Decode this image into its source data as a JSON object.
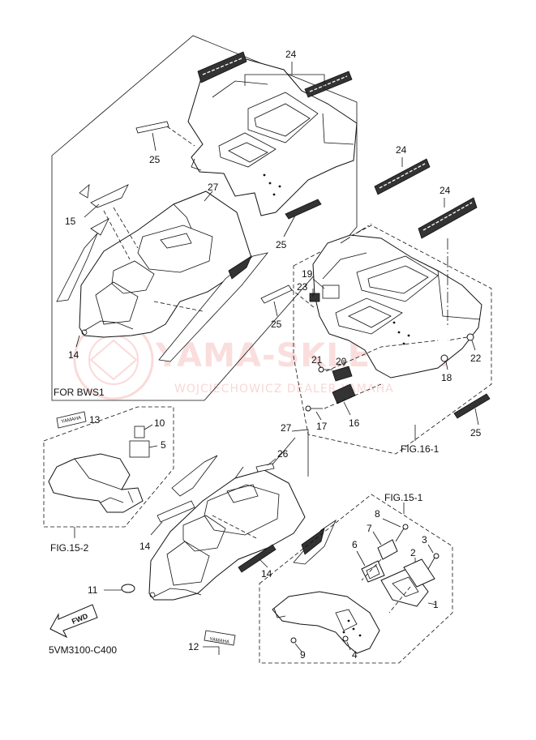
{
  "callouts": {
    "c24a": "24",
    "c25a": "25",
    "c27a": "27",
    "c15": "15",
    "c25b": "25",
    "c14a": "14",
    "c24b": "24",
    "c24c": "24",
    "c19": "19",
    "c23": "23",
    "c25c": "25",
    "c21": "21",
    "c20": "20",
    "c22": "22",
    "c18": "18",
    "c17": "17",
    "c16": "16",
    "c25d": "25",
    "c13": "13",
    "c10": "10",
    "c5": "5",
    "c27b": "27",
    "c26": "26",
    "c14b": "14",
    "c14c": "14",
    "c11": "11",
    "c8": "8",
    "c7": "7",
    "c3": "3",
    "c6": "6",
    "c2": "2",
    "c1": "1",
    "c12": "12",
    "c9": "9",
    "c4": "4"
  },
  "notes": {
    "for_bws1": "FOR BWS1",
    "fig_16_1": "FIG.16-1",
    "fig_15_2": "FIG.15-2",
    "fig_15_1": "FIG.15-1",
    "drawing_no": "5VM3100-C400",
    "fwd": "FWD",
    "yamaha_decal": "YAMAHA"
  },
  "watermark": {
    "brand": "YAMA-SKLEP.PL",
    "dealer": "WOJCIECHOWICZ DEALER YAMAHA",
    "color": "#e53935"
  }
}
